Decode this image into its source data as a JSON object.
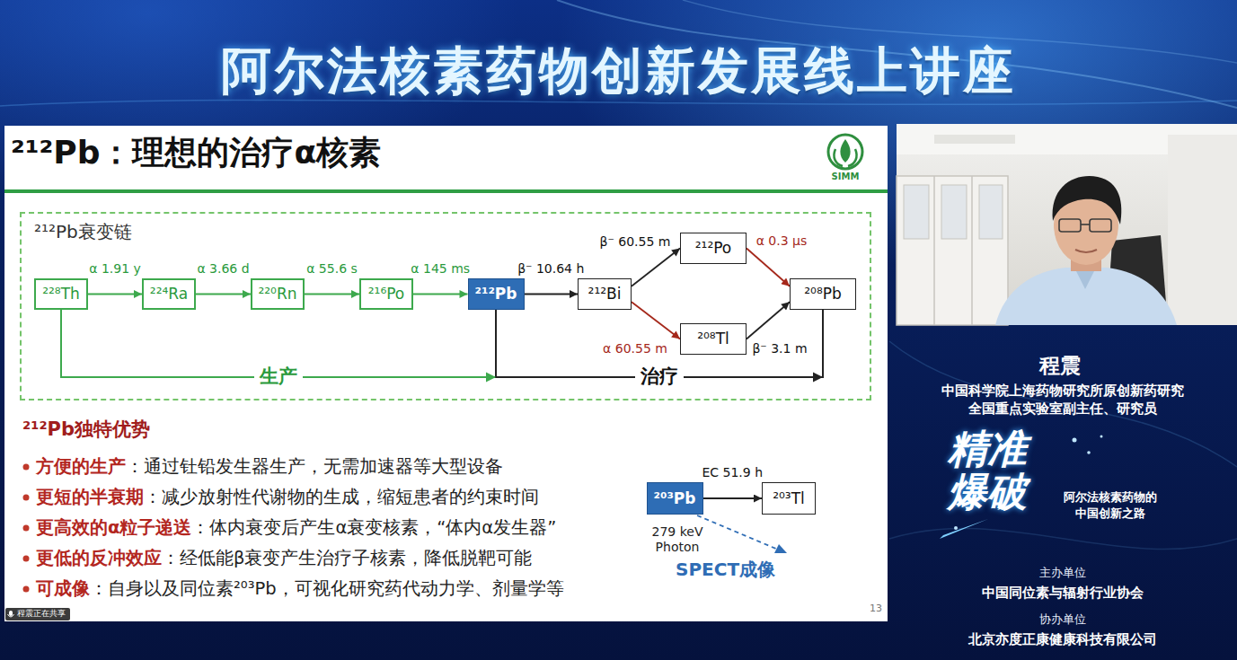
{
  "diagram": {
    "title": "阿尔法核素药物创新发展线上讲座",
    "nodes": [
      {
        "text": [
          "²¹²Pb衰变链"
        ]
      },
      {
        "text": [
          "²²⁸Th"
        ],
        "in": 0
      },
      {
        "text": [
          "²²⁴Ra"
        ],
        "in": 0
      },
      {
        "text": [
          "²²⁰Rn"
        ],
        "in": 0
      },
      {
        "text": [
          "²¹⁶Po"
        ],
        "in": 0
      },
      {
        "text": [
          "²¹²Pb"
        ],
        "in": 0
      },
      {
        "text": [
          "²¹²Bi"
        ],
        "in": 0
      },
      {
        "text": [
          "²¹²Po"
        ],
        "in": 0
      },
      {
        "text": [
          "²⁰⁸Tl"
        ],
        "in": 0
      },
      {
        "text": [
          "²⁰⁸Pb"
        ],
        "in": 0
      },
      {
        "text": [
          "²⁰³Pb"
        ]
      },
      {
        "text": [
          "²⁰³Tl"
        ]
      }
    ],
    "edges": [
      {
        "from": 1,
        "to": 2,
        "label": "α 1.91 y",
        "arrow": "to"
      },
      {
        "from": 2,
        "to": 3,
        "label": "α 3.66 d",
        "arrow": "to"
      },
      {
        "from": 3,
        "to": 4,
        "label": "α 55.6 s",
        "arrow": "to"
      },
      {
        "from": 4,
        "to": 5,
        "label": "α 145 ms",
        "arrow": "to"
      },
      {
        "from": 5,
        "to": 6,
        "label": "β⁻ 10.64 h",
        "arrow": "to"
      },
      {
        "from": 6,
        "to": 7,
        "label": "β⁻ 60.55 m",
        "arrow": "to"
      },
      {
        "from": 6,
        "to": 8,
        "label": "α 60.55 m",
        "arrow": "to"
      },
      {
        "from": 7,
        "to": 9,
        "label": "α 0.3 μs",
        "arrow": "to"
      },
      {
        "from": 8,
        "to": 9,
        "label": "β⁻ 3.1 m",
        "arrow": "to"
      },
      {
        "from": 1,
        "to": 5,
        "label": "生产",
        "arrow": "to"
      },
      {
        "from": 5,
        "to": 9,
        "label": "治疗",
        "arrow": "to"
      },
      {
        "from": 10,
        "to": 11,
        "label": "EC 51.9 h",
        "arrow": "to"
      }
    ],
    "labels": [
      "²¹²Pb：理想的治疗α核素",
      "SIMM",
      "²¹²Pb独特优势",
      "方便的生产",
      "：通过钍铅发生器生产，无需加速器等大型设备",
      "更短的半衰期",
      "：减少放射性代谢物的生成，缩短患者的约束时间",
      "更高效的α粒子递送",
      "：体内衰变后产生α衰变核素，“体内α发生器”",
      "更低的反冲效应",
      "：经低能β衰变产生治疗子核素，降低脱靶可能",
      "可成像",
      "：自身以及同位素²⁰³Pb，可视化研究药代动力学、剂量学等",
      "279 keV Photon",
      "SPECT成像",
      "13",
      "程震正在共享",
      "程震",
      "中国科学院上海药物研究所原创新药研究 全国重点实验室副主任、研究员",
      "精准 爆破",
      "阿尔法核素药物的 中国创新之路",
      "主办单位",
      "中国同位素与辐射行业协会",
      "协办单位",
      "北京亦度正康健康科技有限公司"
    ]
  }
}
